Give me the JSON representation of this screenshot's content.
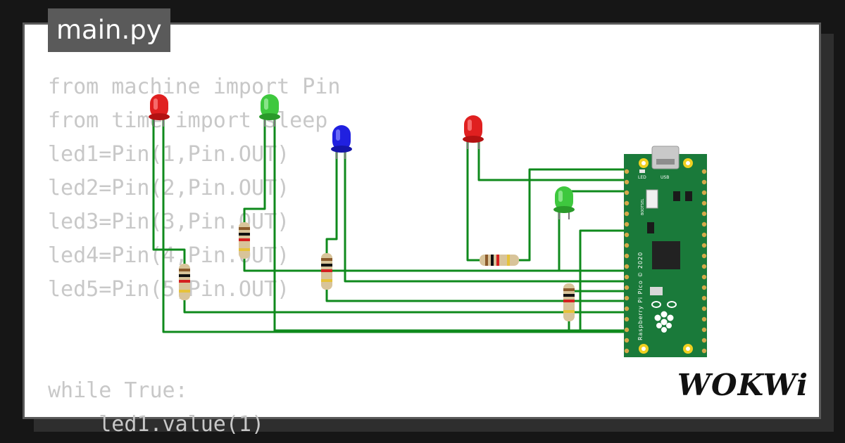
{
  "file_tab": {
    "label": "main.py"
  },
  "code": {
    "lines": [
      "from machine import Pin",
      "from time import sleep",
      "led1=Pin(1,Pin.OUT)",
      "led2=Pin(2,Pin.OUT)",
      "led3=Pin(3,Pin.OUT)",
      "led4=Pin(4,Pin.OUT)",
      "led5=Pin(5,Pin.OUT)",
      "",
      "",
      "while True:",
      "    led1.value(1)"
    ]
  },
  "components": {
    "leds": [
      {
        "color": "red"
      },
      {
        "color": "green"
      },
      {
        "color": "blue"
      },
      {
        "color": "red"
      },
      {
        "color": "green"
      }
    ],
    "board": {
      "name": "Raspberry Pi Pico",
      "silk_label": "Raspberry Pi Pico © 2020",
      "usb_label": "USB",
      "led_label": "LED",
      "bootsel_label": "BOOTSEL"
    },
    "wire_color": "#0f8a1c"
  },
  "brand": {
    "logo": "WOKWi"
  }
}
